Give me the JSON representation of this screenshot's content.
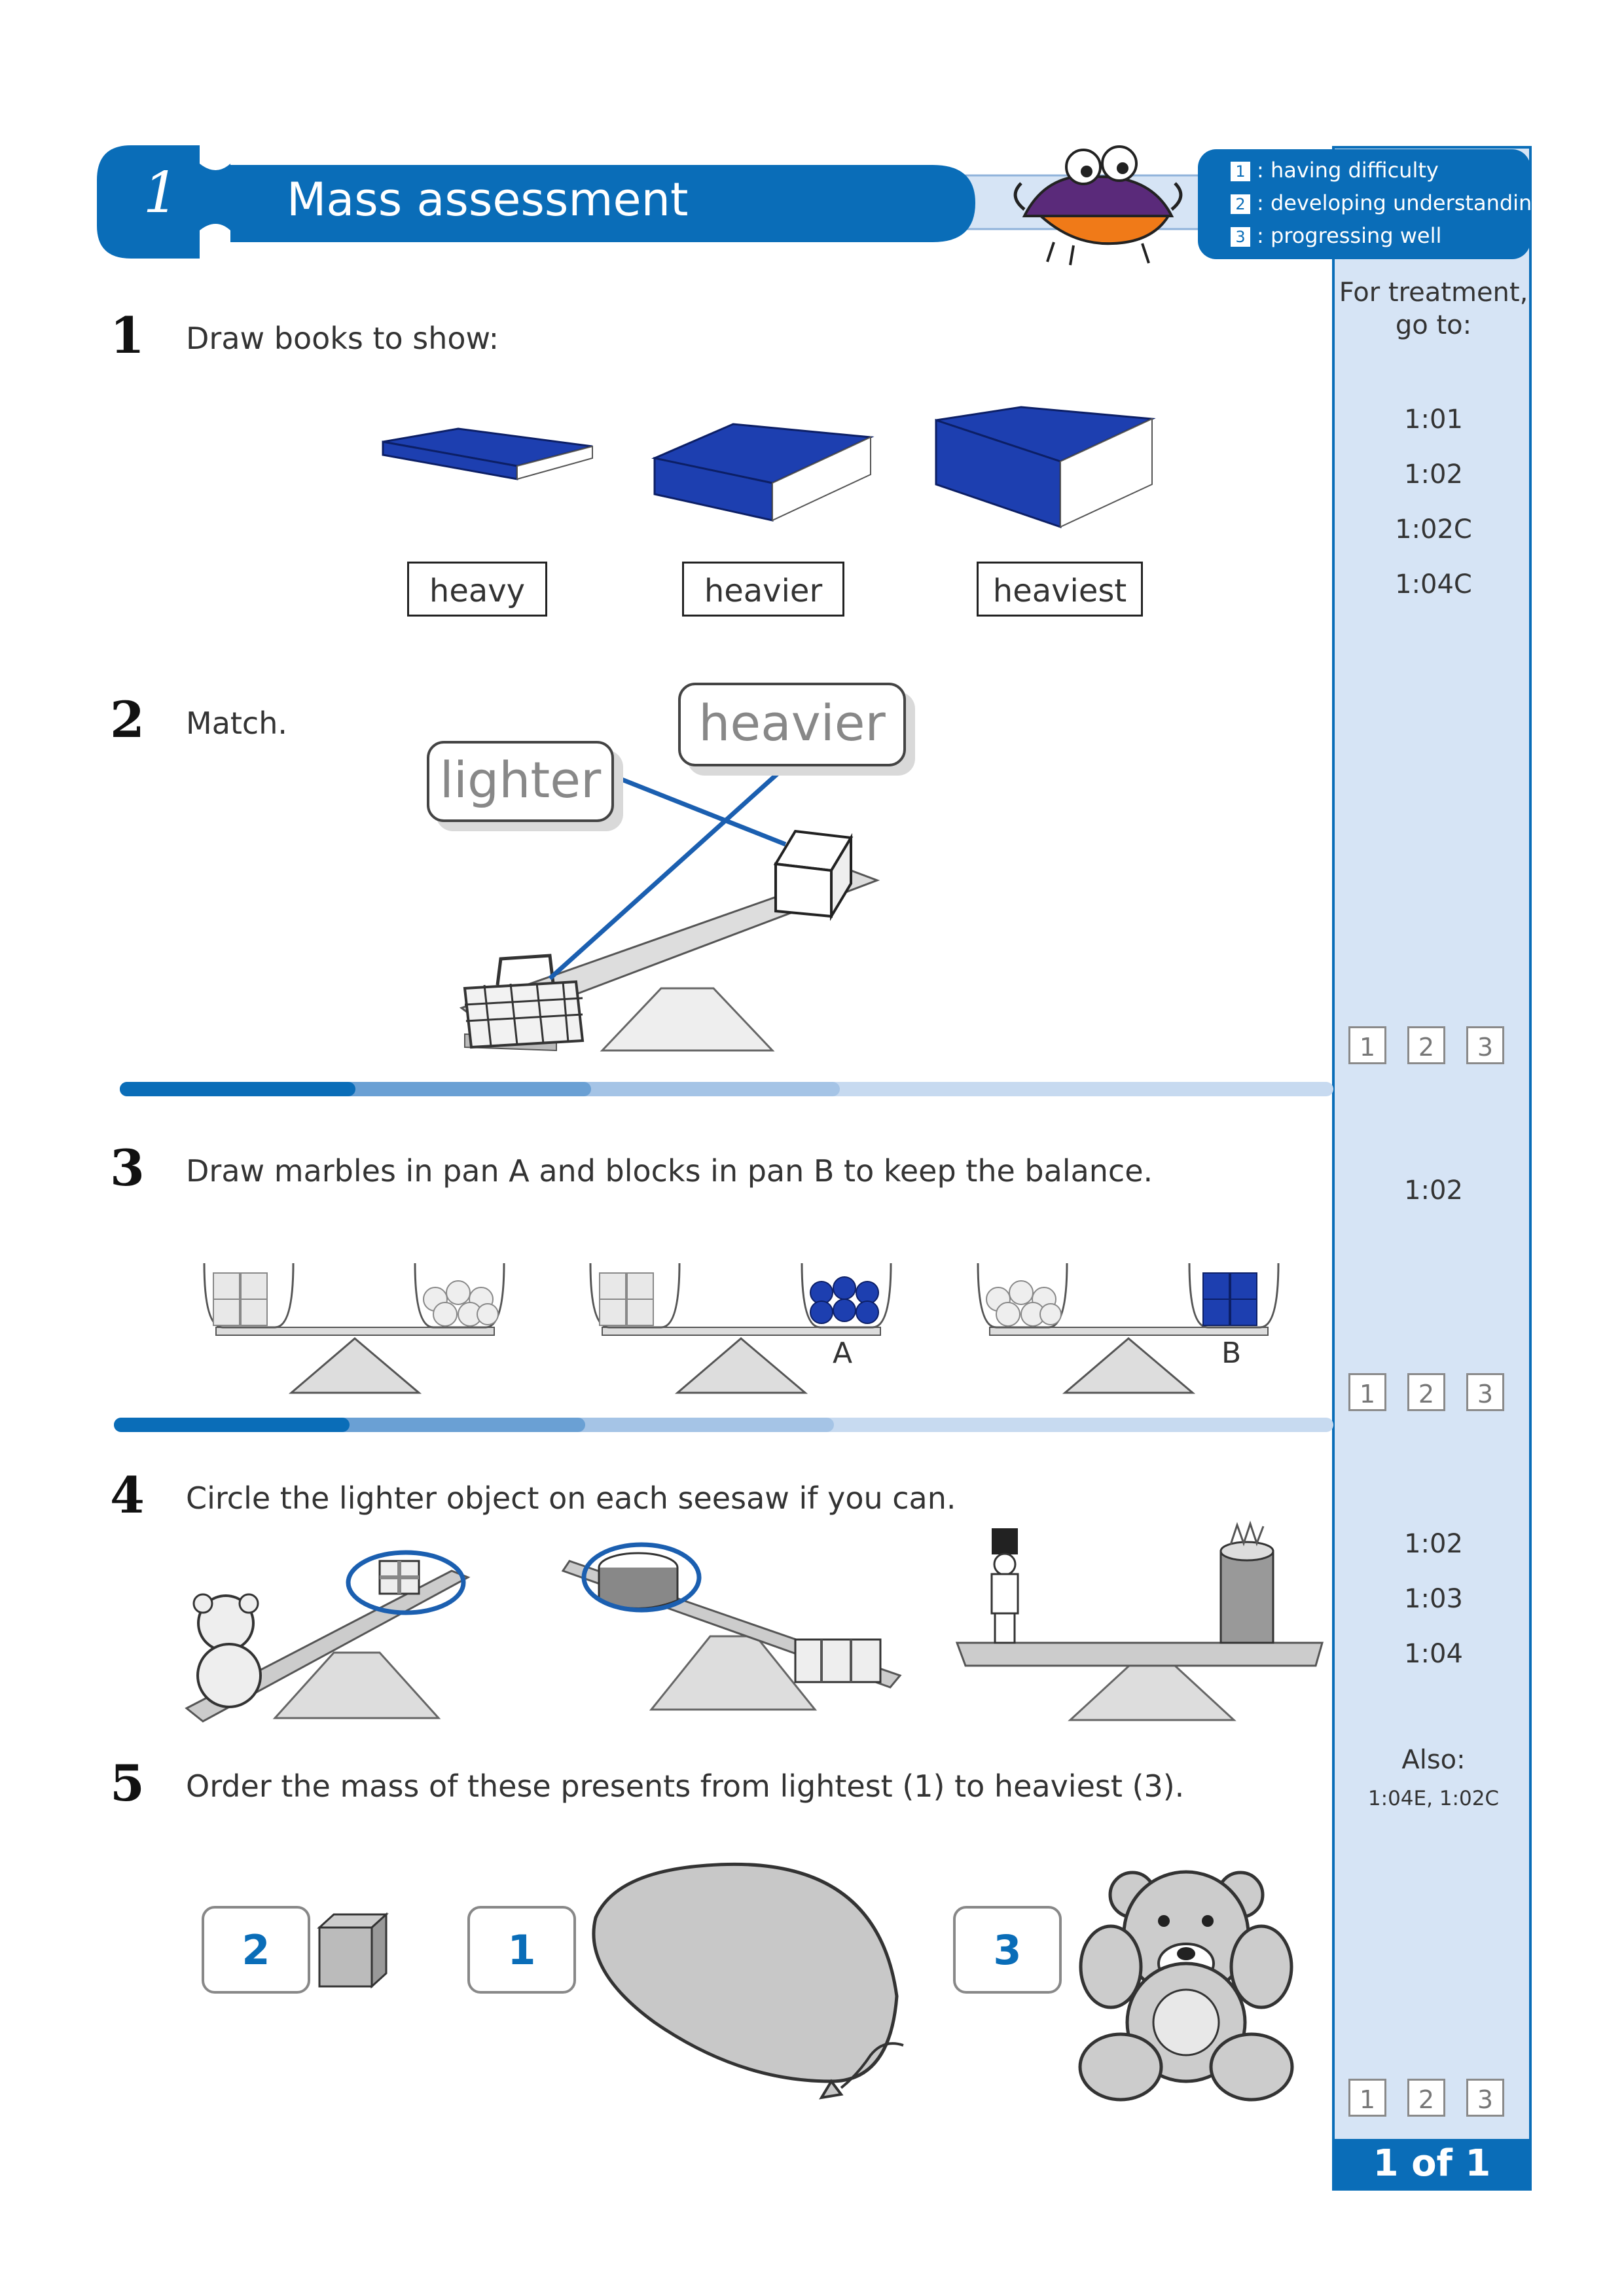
{
  "header": {
    "unit_number": "1",
    "title": "Mass assessment",
    "legend": [
      {
        "key": "1",
        "text": ": having difficulty"
      },
      {
        "key": "2",
        "text": ": developing understanding"
      },
      {
        "key": "3",
        "text": ": progressing well"
      }
    ]
  },
  "sidebar": {
    "heading_line1": "For treatment,",
    "heading_line2": "go to:",
    "refs_q1_q2": [
      "1:01",
      "1:02",
      "1:02C",
      "1:04C"
    ],
    "refs_q3": [
      "1:02"
    ],
    "refs_q4_q5": [
      "1:02",
      "1:03",
      "1:04"
    ],
    "also_label": "Also:",
    "also_refs": "1:04E, 1:02C",
    "rating_boxes": [
      "1",
      "2",
      "3"
    ],
    "page_label": "1 of 1"
  },
  "questions": {
    "q1": {
      "number": "1",
      "text": "Draw books to show:",
      "labels": [
        "heavy",
        "heavier",
        "heaviest"
      ]
    },
    "q2": {
      "number": "2",
      "text": "Match.",
      "label_left": "lighter",
      "label_right": "heavier"
    },
    "q3": {
      "number": "3",
      "text": "Draw marbles in pan A and blocks in pan B to keep the balance.",
      "pan_a": "A",
      "pan_b": "B"
    },
    "q4": {
      "number": "4",
      "text": "Circle the lighter object on each seesaw if you can."
    },
    "q5": {
      "number": "5",
      "text": "Order the mass of these presents from lightest (1) to heaviest (3).",
      "answers": [
        "2",
        "1",
        "3"
      ]
    }
  },
  "colors": {
    "brand_blue": "#0a6db8",
    "sidebar_bg": "#d6e4f5",
    "answer_blue": "#1b5fb0"
  },
  "icons": [
    "crab-mascot-icon",
    "book-icon",
    "basket-icon",
    "block-icon",
    "marble-icon",
    "teddy-bear-icon",
    "gift-icon",
    "soldier-icon",
    "cake-icon",
    "balloon-icon",
    "dice-block-icon"
  ]
}
